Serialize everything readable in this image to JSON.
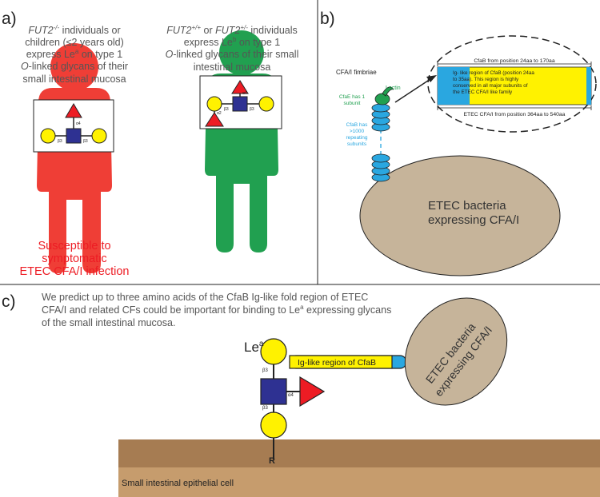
{
  "panel_a": {
    "label": "a)",
    "left_text": {
      "line1_gene": "FUT2",
      "line1_sup": "-/-",
      "line1_rest": " individuals or",
      "line2": "children (≤2 years old)",
      "line3_pre": "express Le",
      "line3_sup": "a",
      "line3_post": " on type 1",
      "line4_o": "O",
      "line4_rest": "-linked glycans of their",
      "line5": "small intestinal mucosa"
    },
    "right_text": {
      "line1_gene_a": "FUT2",
      "line1_sup_a": "+/+",
      "line1_mid": " or ",
      "line1_gene_b": "FUT2",
      "line1_sup_b": "+/-",
      "line1_rest": " individuals",
      "line2_pre": "express Le",
      "line2_sup": "b",
      "line2_post": " on type 1",
      "line3_o": "O",
      "line3_rest": "-linked glycans of their small",
      "line4": "intestinal mucosa"
    },
    "left_glycan_labels": [
      "α4",
      "β3",
      "β3"
    ],
    "right_glycan_labels": [
      "α4",
      "β3",
      "β3",
      "α2"
    ],
    "susceptible_text": [
      "Susceptible to",
      "symptomatic",
      "ETEC CFA/I infection"
    ],
    "colors": {
      "red_person": "#ef3e36",
      "green_person": "#21a050",
      "susceptible": "#ed1c24"
    }
  },
  "panel_b": {
    "label": "b)",
    "fimbriae_label": "CFA/I fimbriae",
    "lectin_label": "Lectin",
    "cfae_label": [
      "CfaE has 1",
      "subunit"
    ],
    "cfab_label": [
      "CfaB has",
      ">1000",
      "repeating",
      "subunits"
    ],
    "bacteria_label": [
      "ETEC bacteria",
      "expressing CFA/I"
    ],
    "bar_top_label": "CfaB from position 24aa to 170aa",
    "bar_bottom_label": "ETEC CFA/I from position 364aa to 540aa",
    "bar_text": [
      "Ig- like region of CfaB (position 24aa",
      "to 35aa). This region is highly",
      "conserved in all major subunits of",
      "the ETEC CFA/I like family"
    ],
    "colors": {
      "bacteria": "#c6b49a",
      "blue": "#2aa7e0",
      "green": "#21a050",
      "yellow": "#fff200"
    }
  },
  "panel_c": {
    "label": "c)",
    "description": [
      "We predict up to three amino acids of the CfaB Ig-like fold region of ETEC",
      "CFA/I and related CFs could be important for binding to Le",
      "a",
      " expressing glycans",
      "of the small intestinal mucosa."
    ],
    "lea_label": "Le",
    "lea_sup": "a",
    "bond_labels": [
      "β3",
      "α4",
      "β3"
    ],
    "r_label": "R",
    "ig_label": "Ig-like region of CfaB",
    "bacteria_label": [
      "ETEC bacteria",
      "expressing CFA/I"
    ],
    "epithelial_label": "Small intestinal epithelial cell",
    "colors": {
      "mucosa_top": "#a67c52",
      "mucosa_bottom": "#c69c6d"
    }
  }
}
